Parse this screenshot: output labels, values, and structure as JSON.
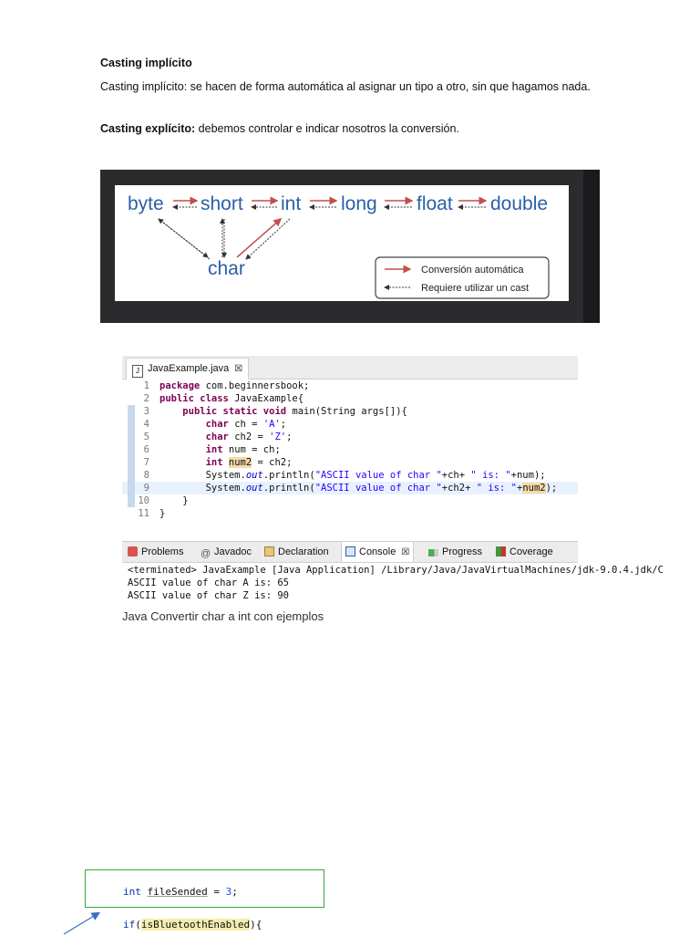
{
  "doc": {
    "heading": "Casting implícito",
    "para1": "Casting implícito: se hacen de forma automática al asignar un tipo a otro, sin que hagamos nada.",
    "para2_bold": "Casting explícito:",
    "para2_rest": " debemos controlar e indicar nosotros la conversión."
  },
  "casting_diagram": {
    "types": [
      "byte",
      "short",
      "int",
      "long",
      "float",
      "double"
    ],
    "char_label": "char",
    "legend": {
      "auto": "Conversión automática",
      "cast": "Requiere utilizar un cast"
    },
    "colors": {
      "type_text": "#2a5fa8",
      "auto_arrow": "#c0504d",
      "cast_arrow": "#333333"
    }
  },
  "eclipse": {
    "file_tab": "JavaExample.java",
    "file_tab_close": "☒",
    "code_lines": [
      {
        "n": "1",
        "t": "package com.beginnersbook;"
      },
      {
        "n": "2",
        "t": "public class JavaExample{"
      },
      {
        "n": "3",
        "t": "    public static void main(String args[]){"
      },
      {
        "n": "4",
        "t": "        char ch = 'A';"
      },
      {
        "n": "5",
        "t": "        char ch2 = 'Z';"
      },
      {
        "n": "6",
        "t": "        int num = ch;"
      },
      {
        "n": "7",
        "t": "        int num2 = ch2;"
      },
      {
        "n": "8",
        "t": "        System.out.println(\"ASCII value of char \"+ch+ \" is: \"+num);"
      },
      {
        "n": "9",
        "t": "        System.out.println(\"ASCII value of char \"+ch2+ \" is: \"+num2);"
      },
      {
        "n": "10",
        "t": "    }"
      },
      {
        "n": "11",
        "t": "}"
      }
    ],
    "panel_tabs": [
      "Problems",
      "Javadoc",
      "Declaration",
      "Console",
      "Progress",
      "Coverage"
    ],
    "panel_tab_close": "☒",
    "console_lines": [
      "<terminated> JavaExample [Java Application] /Library/Java/JavaVirtualMachines/jdk-9.0.4.jdk/C",
      "ASCII value of char A is: 65",
      "ASCII value of char Z is: 90"
    ],
    "caption": "Java Convertir char a int con ejemplos"
  },
  "snippet": {
    "line1_kw": "int",
    "line1_var": "fileSended",
    "line1_op": " = ",
    "line1_num": "3",
    "line1_end": ";",
    "line2_kw": "if",
    "line2_open": "(",
    "line2_cond": "isBluetoothEnabled",
    "line2_close": "){"
  }
}
